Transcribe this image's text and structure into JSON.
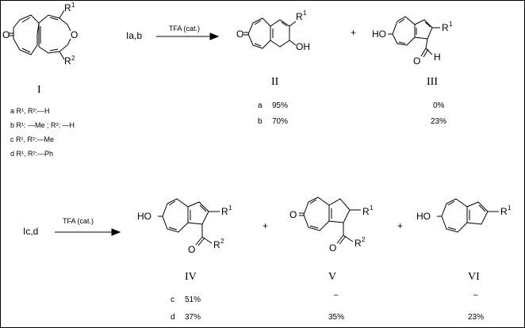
{
  "compounds": {
    "I": "I",
    "II": "II",
    "III": "III",
    "IV": "IV",
    "V": "V",
    "VI": "VI"
  },
  "reactions": {
    "top_reagent_left": "Ia,b",
    "top_condition": "TFA (cat.)",
    "bottom_reagent_left": "Ic,d",
    "bottom_condition": "TFA (cat.)",
    "plus": "+"
  },
  "substituents": {
    "a": "a R¹, R²:—H",
    "b": "b R¹: —Me ; R²: —H",
    "c": "c R¹, R²:—Me",
    "d": "d R¹, R²:—Ph"
  },
  "structure_labels": {
    "R": "R",
    "sup1": "1",
    "sup2": "2",
    "O": "O",
    "OH": "OH",
    "HO": "HO",
    "H": "H"
  },
  "yields_top": {
    "rows": [
      {
        "label": "a",
        "II": "95%",
        "III": "0%"
      },
      {
        "label": "b",
        "II": "70%",
        "III": "23%"
      }
    ]
  },
  "yields_bottom": {
    "rows": [
      {
        "label": "c",
        "IV": "51%",
        "V": "–",
        "VI": "–"
      },
      {
        "label": "d",
        "IV": "37%",
        "V": "35%",
        "VI": "23%"
      }
    ]
  }
}
